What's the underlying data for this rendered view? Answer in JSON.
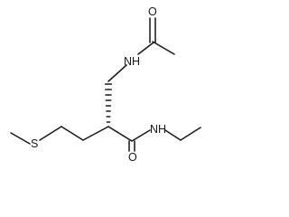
{
  "molecule": {
    "atoms": {
      "nh_amide_top": "NH",
      "o_acetyl": "O",
      "s_thioether": "S",
      "nh_amide_right": "NH",
      "o_carbonyl": "O"
    },
    "stereo": {
      "wedge_style": "hashed"
    }
  }
}
